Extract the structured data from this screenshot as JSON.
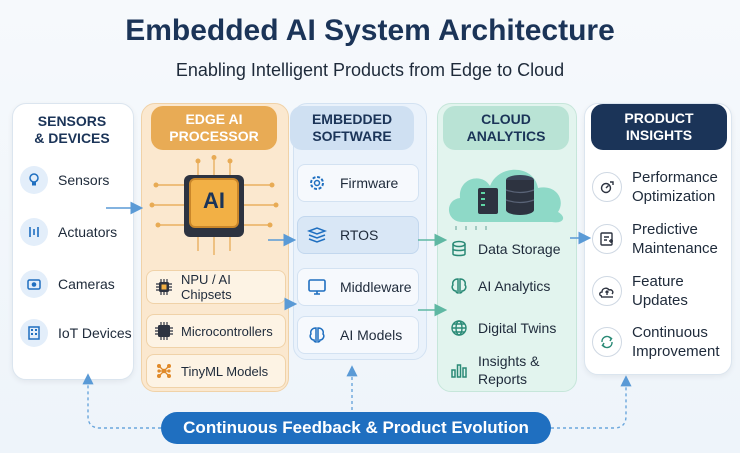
{
  "title": "Embedded AI System Architecture",
  "subtitle": "Enabling Intelligent Products from Edge to Cloud",
  "columns": {
    "sensors": {
      "header": "SENSORS\n& DEVICES",
      "items": [
        {
          "label": "Sensors",
          "icon": "lightbulb-icon"
        },
        {
          "label": "Actuators",
          "icon": "actuator-icon"
        },
        {
          "label": "Cameras",
          "icon": "camera-icon"
        },
        {
          "label": "IoT Devices",
          "icon": "building-icon"
        }
      ]
    },
    "edge": {
      "header": "EDGE AI\nPROCESSOR",
      "chip_label": "AI",
      "items": [
        {
          "label": "NPU / AI Chipsets",
          "icon": "chip-icon"
        },
        {
          "label": "Microcontrollers",
          "icon": "microcontroller-icon"
        },
        {
          "label": "TinyML Models",
          "icon": "network-icon"
        }
      ]
    },
    "software": {
      "header": "EMBEDDED\nSOFTWARE",
      "items": [
        {
          "label": "Firmware",
          "icon": "gear-icon"
        },
        {
          "label": "RTOS",
          "icon": "layers-icon"
        },
        {
          "label": "Middleware",
          "icon": "monitor-icon"
        },
        {
          "label": "AI Models",
          "icon": "brain-icon"
        }
      ]
    },
    "cloud": {
      "header": "CLOUD\nANALYTICS",
      "items": [
        {
          "label": "Data Storage",
          "icon": "database-icon"
        },
        {
          "label": "AI Analytics",
          "icon": "brain-icon"
        },
        {
          "label": "Digital Twins",
          "icon": "globe-icon"
        },
        {
          "label": "Insights &\nReports",
          "icon": "bar-chart-icon"
        }
      ]
    },
    "insights": {
      "header": "PRODUCT\nINSIGHTS",
      "items": [
        {
          "label": "Performance\nOptimization",
          "icon": "performance-icon"
        },
        {
          "label": "Predictive\nMaintenance",
          "icon": "maintenance-icon"
        },
        {
          "label": "Feature\nUpdates",
          "icon": "cloud-update-icon"
        },
        {
          "label": "Continuous\nImprovement",
          "icon": "cycle-icon"
        }
      ]
    }
  },
  "feedback_label": "Continuous Feedback & Product Evolution",
  "colors": {
    "navy": "#1b3458",
    "edge_orange": "#f2c079",
    "software_blue": "#cfe0f2",
    "cloud_teal": "#cfeee5",
    "feedback_blue": "#1f6fc0"
  }
}
